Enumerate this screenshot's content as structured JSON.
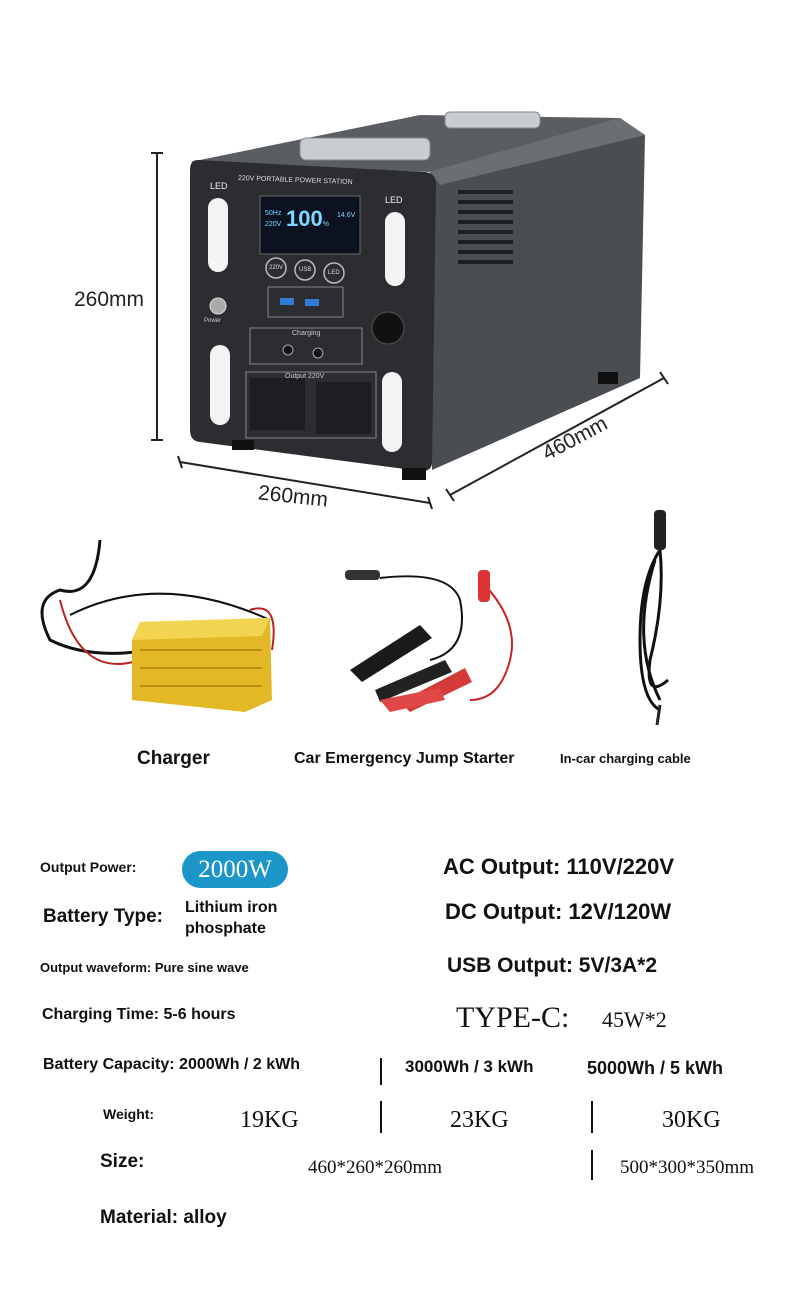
{
  "product": {
    "panel_title": "220V PORTABLE POWER STATION",
    "led_label": "LED",
    "screen": {
      "percent": "100",
      "percent_unit": "%",
      "freq": "50Hz",
      "volt": "220V",
      "dc": "14.6V"
    },
    "buttons": [
      "220V",
      "USB",
      "LED"
    ],
    "power_label": "Power",
    "charging_label": "Charging",
    "output_label": "Output 220V",
    "dimensions": {
      "height": "260mm",
      "width": "260mm",
      "length": "460mm"
    }
  },
  "accessories": [
    {
      "label": "Charger"
    },
    {
      "label": "Car Emergency Jump Starter"
    },
    {
      "label": "In-car charging cable"
    }
  ],
  "specs": {
    "output_power_label": "Output Power:",
    "output_power_value": "2000W",
    "battery_type_label": "Battery Type:",
    "battery_type_line1": "Lithium iron",
    "battery_type_line2": "phosphate",
    "waveform": "Output waveform: Pure sine wave",
    "charging_time": "Charging Time: 5-6 hours",
    "ac_output": "AC Output: 110V/220V",
    "dc_output": "DC Output: 12V/120W",
    "usb_output": "USB Output: 5V/3A*2",
    "typec_label": "TYPE-C:",
    "typec_value": "45W*2",
    "capacity_label": "Battery Capacity: 2000Wh / 2 kWh",
    "capacity_2": "3000Wh / 3 kWh",
    "capacity_3": "5000Wh / 5 kWh",
    "weight_label": "Weight:",
    "weights": [
      "19KG",
      "23KG",
      "30KG"
    ],
    "size_label": "Size:",
    "sizes": [
      "460*260*260mm",
      "500*300*350mm"
    ],
    "material": "Material: alloy"
  },
  "colors": {
    "accent": "#1c95c9",
    "body": "#2b2d30",
    "screen": "#7fd8ff"
  }
}
